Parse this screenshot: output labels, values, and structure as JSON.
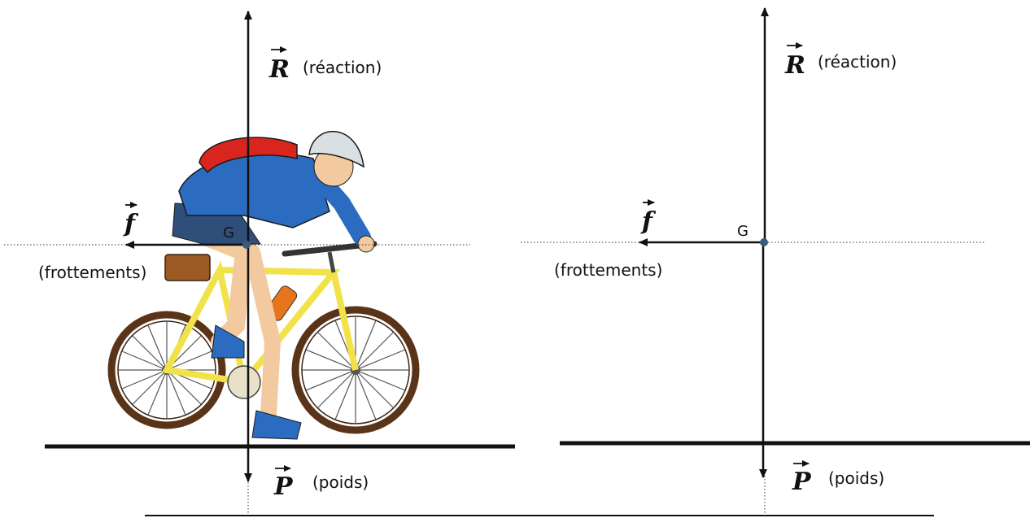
{
  "left_panel": {
    "reaction_symbol": "R",
    "reaction_label": "(réaction)",
    "friction_symbol": "f",
    "friction_label": "(frottements)",
    "weight_symbol": "P",
    "weight_label": "(poids)",
    "center_label": "G"
  },
  "right_panel": {
    "reaction_symbol": "R",
    "reaction_label": "(réaction)",
    "friction_symbol": "f",
    "friction_label": "(frottements)",
    "weight_symbol": "P",
    "weight_label": "(poids)",
    "center_label": "G"
  },
  "colors": {
    "arrow": "#111111",
    "point": "#3a5a80",
    "bike_frame": "#f2e24a",
    "tire": "#5a3418",
    "shirt": "#2c6cc0",
    "backpack": "#d8261e",
    "shorts": "#2f4f7a",
    "skin": "#f3c9a0"
  },
  "icons": {
    "subject": "cyclist-illustration"
  }
}
